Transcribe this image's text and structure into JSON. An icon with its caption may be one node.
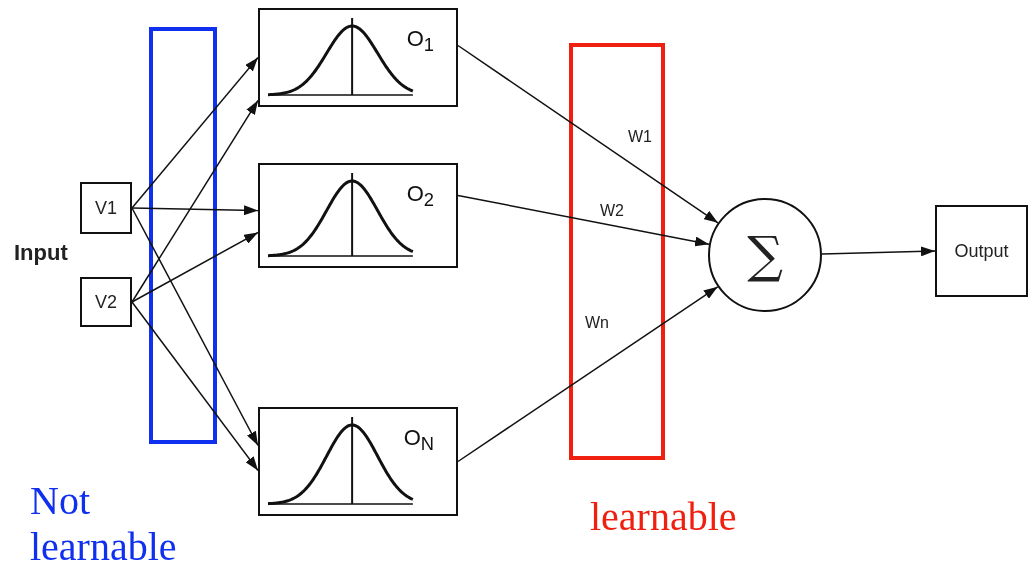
{
  "diagram": {
    "nodes": [
      {
        "text": [
          "V1"
        ]
      },
      {
        "text": [
          "V2"
        ]
      },
      {
        "text": [
          "O$_{1}$"
        ]
      },
      {
        "text": [
          "O$_{2}$"
        ]
      },
      {
        "text": [
          "O$_{N}$"
        ]
      },
      {
        "text": [
          "∑"
        ]
      },
      {
        "text": [
          "Output"
        ]
      }
    ],
    "edges": [
      {
        "from": 0,
        "to": 2,
        "arrow": "to"
      },
      {
        "from": 1,
        "to": 2,
        "arrow": "to"
      },
      {
        "from": 0,
        "to": 3,
        "arrow": "to"
      },
      {
        "from": 1,
        "to": 3,
        "arrow": "to"
      },
      {
        "from": 0,
        "to": 4,
        "arrow": "to"
      },
      {
        "from": 1,
        "to": 4,
        "arrow": "to"
      },
      {
        "from": 2,
        "to": 5,
        "arrow": "to",
        "label": "W1"
      },
      {
        "from": 3,
        "to": 5,
        "arrow": "to",
        "label": "W2"
      },
      {
        "from": 4,
        "to": 5,
        "arrow": "to",
        "label": "Wn"
      },
      {
        "from": 5,
        "to": 6,
        "arrow": "to"
      }
    ],
    "labels": [
      "Input",
      "Not learnable",
      "learnable"
    ]
  }
}
